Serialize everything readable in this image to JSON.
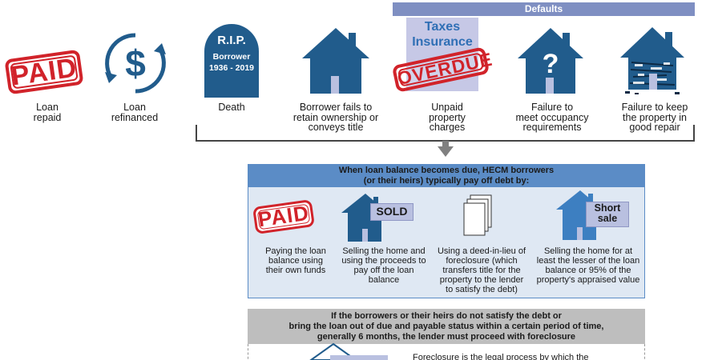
{
  "defaults": {
    "label": "Defaults"
  },
  "events": [
    {
      "id": "loan-repaid",
      "caption": [
        "Loan",
        "repaid"
      ]
    },
    {
      "id": "loan-refinanced",
      "caption": [
        "Loan",
        "refinanced"
      ]
    },
    {
      "id": "death",
      "caption": [
        "Death"
      ]
    },
    {
      "id": "ownership",
      "caption": [
        "Borrower fails to",
        "retain ownership or",
        "conveys title"
      ]
    },
    {
      "id": "unpaid",
      "caption": [
        "Unpaid",
        "property",
        "charges"
      ]
    },
    {
      "id": "occupancy",
      "caption": [
        "Failure to",
        "meet occupancy",
        "requirements"
      ]
    },
    {
      "id": "repair",
      "caption": [
        "Failure to keep",
        "the property in",
        "good repair"
      ]
    }
  ],
  "icons": {
    "paid_stamp": "PAID",
    "dollar_symbol": "$",
    "tombstone": {
      "rip": "R.I.P.",
      "name": "Borrower",
      "years": "1936 - 2019"
    },
    "taxes": [
      "Taxes",
      "Insurance"
    ],
    "overdue_stamp": "OVERDUE",
    "question_mark": "?",
    "sold_sign": "SOLD",
    "short_sale_sign": [
      "Short",
      "sale"
    ]
  },
  "due_section": {
    "header": [
      "When loan balance becomes due, HECM borrowers",
      "(or their heirs) typically pay off debt by:"
    ],
    "options": [
      {
        "id": "pay-own-funds",
        "caption": [
          "Paying the loan",
          "balance using",
          "their own funds"
        ]
      },
      {
        "id": "sell-home",
        "caption": [
          "Selling the home and",
          "using the proceeds to",
          "pay off the loan",
          "balance"
        ]
      },
      {
        "id": "deed-in-lieu",
        "caption": [
          "Using a deed-in-lieu of",
          "foreclosure (which",
          "transfers title for the",
          "property to the lender",
          "to satisfy the debt)"
        ]
      },
      {
        "id": "short-sale",
        "caption": [
          "Selling the home for at",
          "least the lesser of the loan",
          "balance or 95% of the",
          "property's appraised value"
        ]
      }
    ]
  },
  "foreclosure_section": {
    "header": [
      "If the borrowers or their heirs do not satisfy the debt or",
      "bring the loan out of due and payable status within a certain period of time,",
      "generally 6 months, the lender must proceed with foreclosure"
    ],
    "text": "Foreclosure is the legal process by which the"
  },
  "colors": {
    "house_blue": "#215c8c",
    "stamp_red": "#d1232a",
    "defaults_bar": "#7f8fc2",
    "due_header": "#5b8cc6",
    "fore_header": "#bebebe"
  }
}
